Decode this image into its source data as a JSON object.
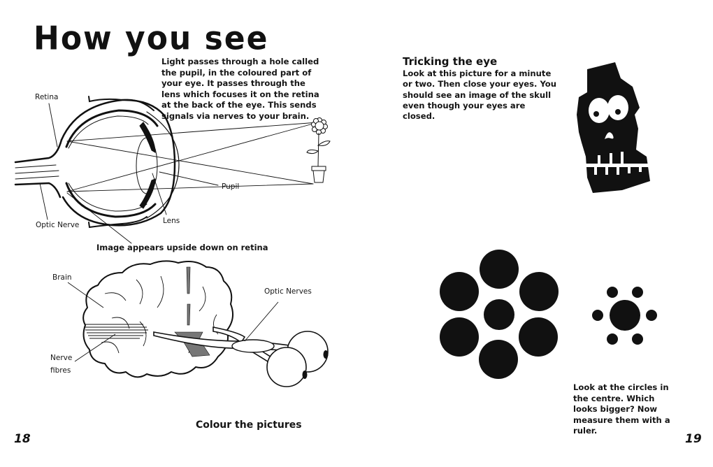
{
  "left_page": {
    "title": "How you see",
    "intro_text": "Light passes through a hole called the pupil, in the coloured part of your eye. It passes through the lens which focuses it on the retina at the back of the eye. This sends signals via nerves to your brain.",
    "eye_diagram": {
      "labels": {
        "retina": "Retina",
        "optic_nerve": "Optic Nerve",
        "lens": "Lens",
        "pupil": "Pupil"
      },
      "caption": "Image appears upside down on retina"
    },
    "brain_diagram": {
      "labels": {
        "brain": "Brain",
        "nerve_fibres_line1": "Nerve",
        "nerve_fibres_line2": "fibres",
        "optic_nerves": "Optic Nerves"
      }
    },
    "footer_instruction": "Colour the pictures",
    "page_number": "18"
  },
  "right_page": {
    "section_title": "Tricking the eye",
    "section_text": "Look at this picture for a minute or two. Then close your eyes. You should see an image of the skull even though your eyes are closed.",
    "illusion_text": "Look at the circles in the centre. Which looks bigger? Now measure them with a ruler.",
    "page_number": "19"
  },
  "icons": {
    "skull": "skull-illustration",
    "eye_cross_section": "eye-diagram",
    "brain": "brain-illustration",
    "flower": "flower-pot-illustration",
    "ebbinghaus_large": "large-surround-circles",
    "ebbinghaus_small": "small-surround-circles"
  }
}
